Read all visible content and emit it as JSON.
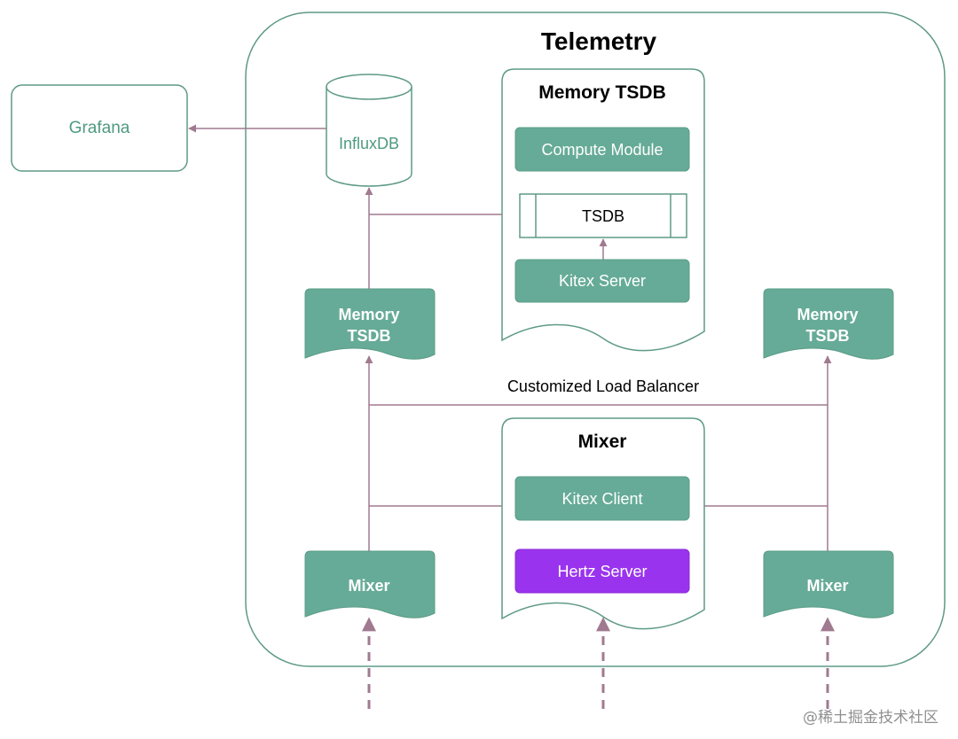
{
  "title": "Telemetry",
  "grafana": {
    "label": "Grafana"
  },
  "influxdb": {
    "label": "InfluxDB"
  },
  "memory_tsdb_detail": {
    "title": "Memory TSDB",
    "compute_module": "Compute Module",
    "tsdb": "TSDB",
    "kitex_server": "Kitex Server"
  },
  "memory_tsdb_left": {
    "line1": "Memory",
    "line2": "TSDB"
  },
  "memory_tsdb_right": {
    "line1": "Memory",
    "line2": "TSDB"
  },
  "load_balancer": {
    "label": "Customized Load Balancer"
  },
  "mixer_detail": {
    "title": "Mixer",
    "kitex_client": "Kitex Client",
    "hertz_server": "Hertz Server"
  },
  "mixer_left": {
    "label": "Mixer"
  },
  "mixer_right": {
    "label": "Mixer"
  },
  "watermark": "@稀土掘金技术社区",
  "colors": {
    "green": "#66ab97",
    "green_border": "#5a9c86",
    "purple": "#9a33ee",
    "arrow": "#a07a90",
    "outline": "#5f9a86",
    "grafana_text": "#4e9a7f"
  }
}
